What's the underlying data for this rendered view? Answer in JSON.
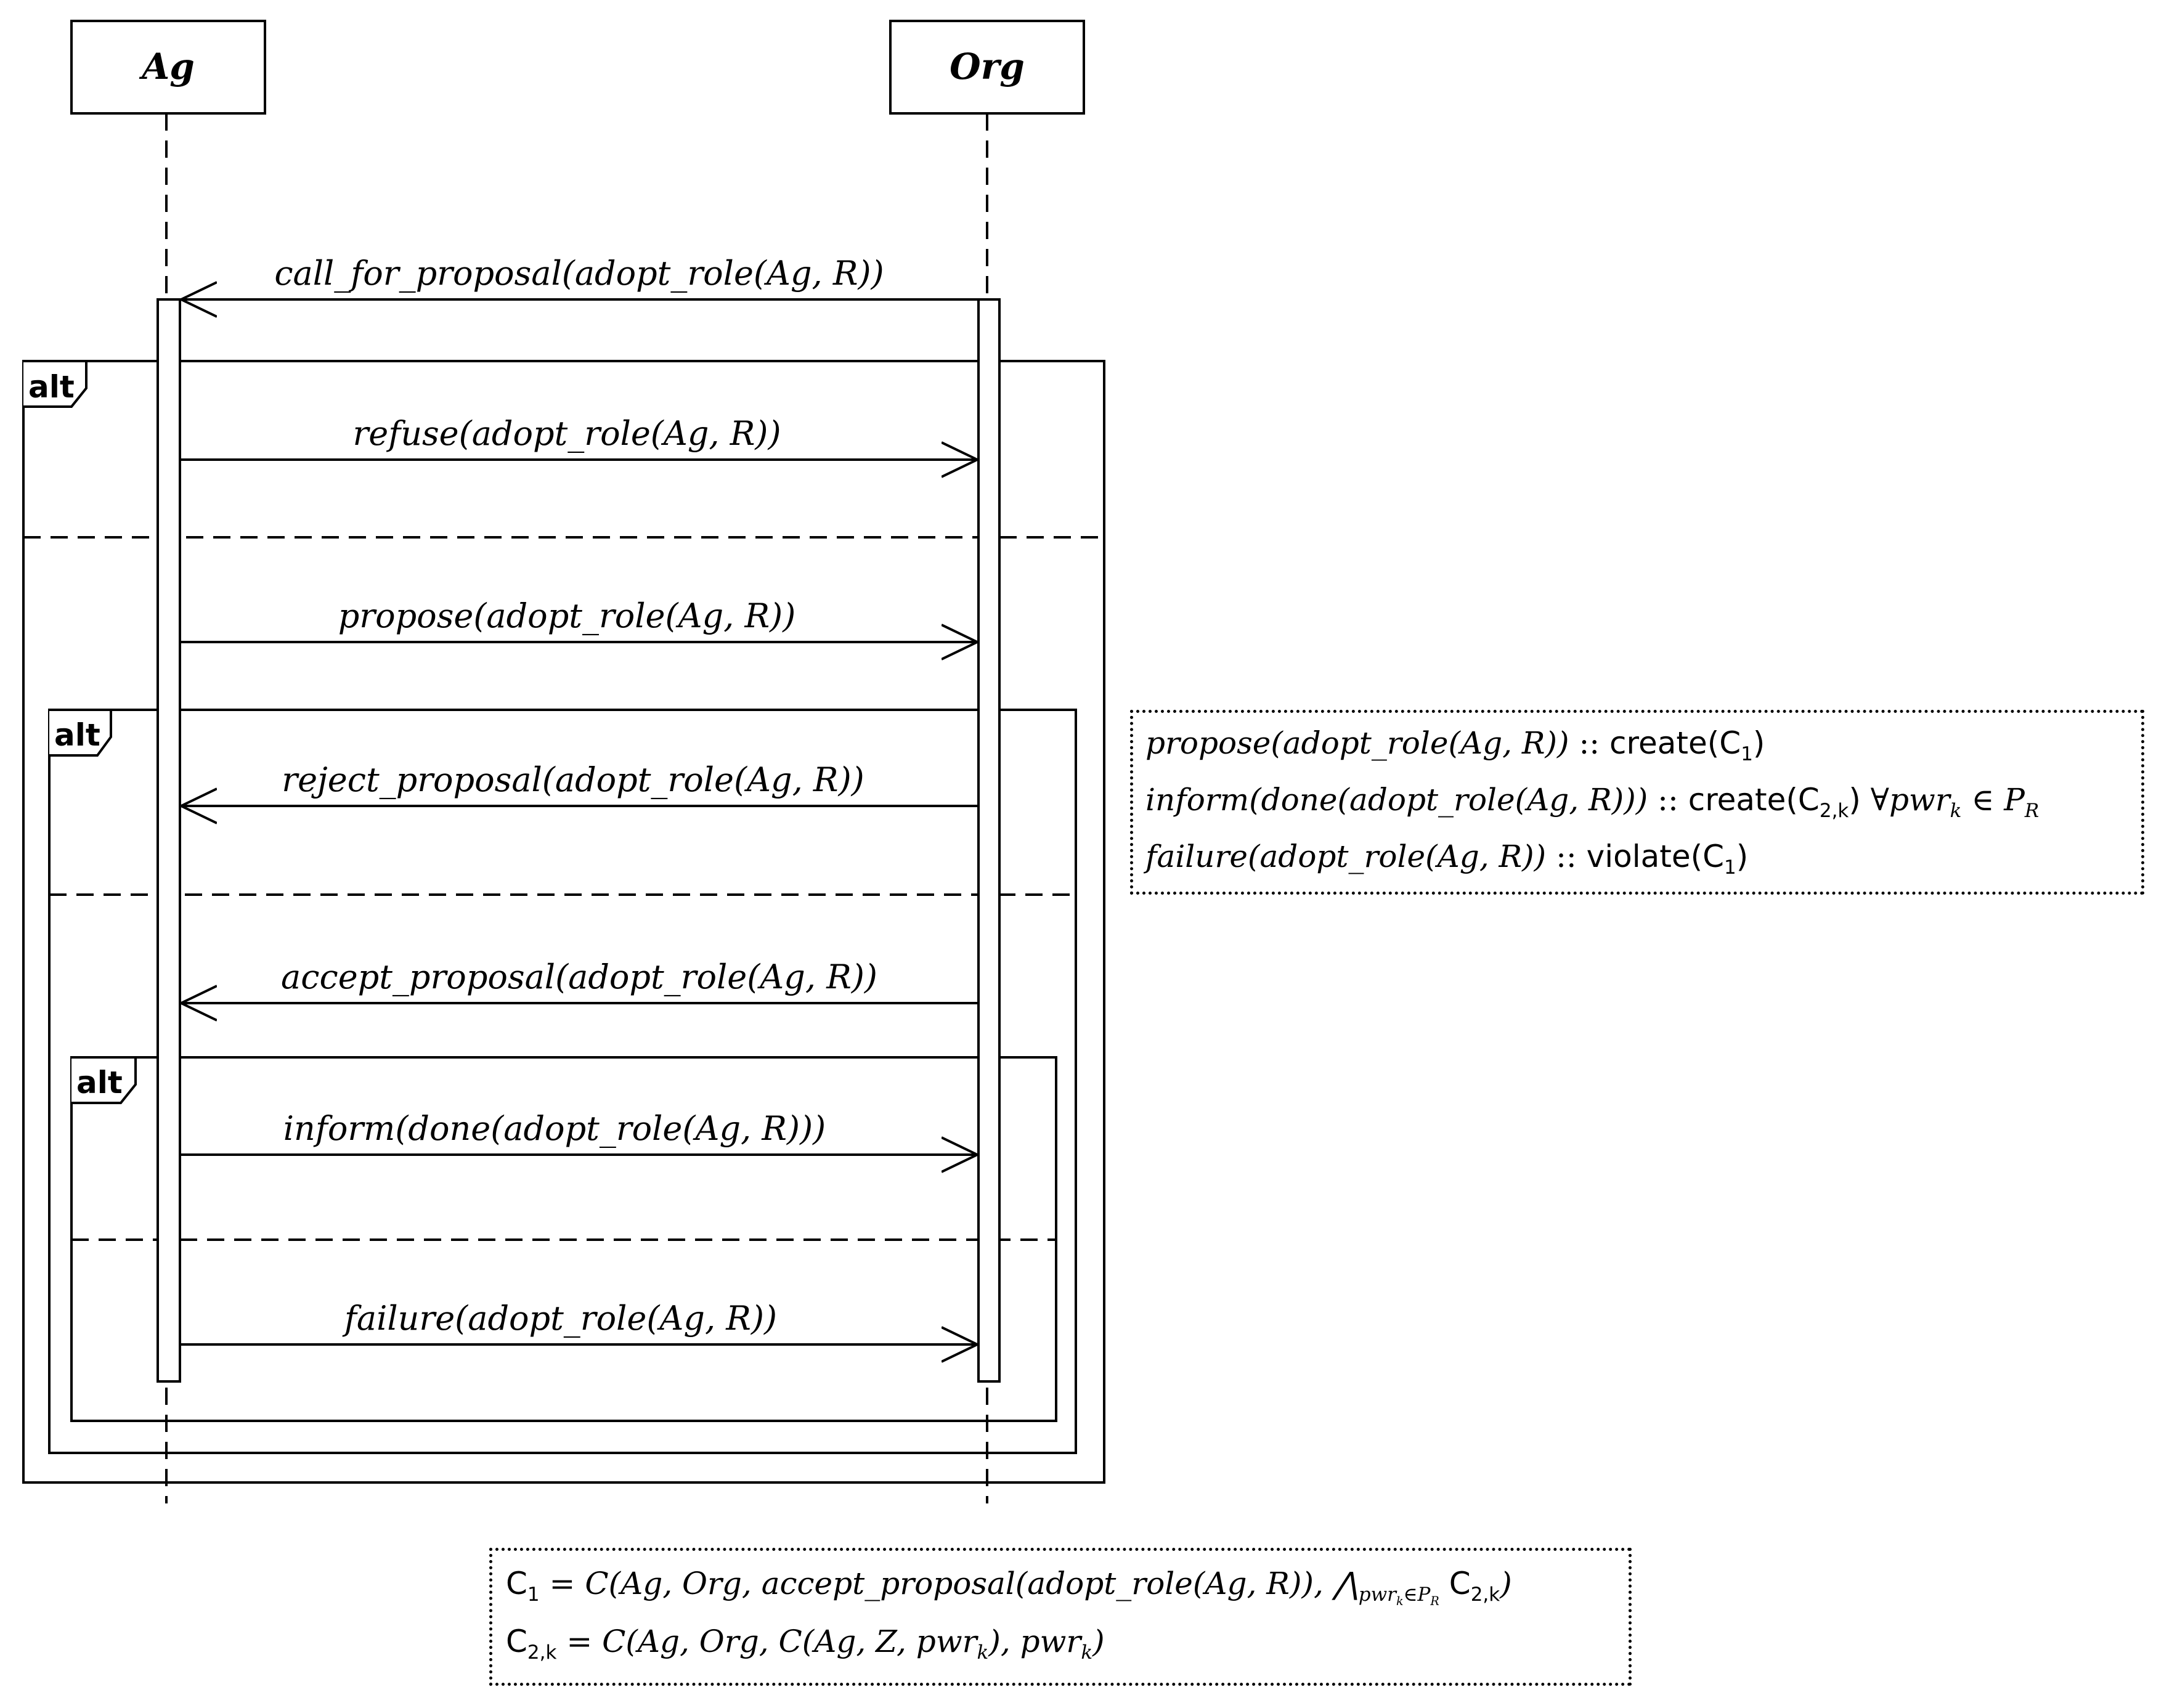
{
  "actors": {
    "ag": "Ag",
    "org": "Org"
  },
  "fragment_label": "alt",
  "messages": {
    "call_for_proposal": "call_for_proposal(adopt_role(Ag, R))",
    "refuse": "refuse(adopt_role(Ag, R))",
    "propose": "propose(adopt_role(Ag, R))",
    "reject_proposal": "reject_proposal(adopt_role(Ag, R))",
    "accept_proposal": "accept_proposal(adopt_role(Ag, R))",
    "inform": "inform(done(adopt_role(Ag, R)))",
    "failure": "failure(adopt_role(Ag, R))"
  },
  "effects_note": [
    {
      "msg": "propose(adopt_role(Ag, R))",
      "sep": " :: ",
      "op": "create(C",
      "sub": "1",
      "tail": ")",
      "extra": ""
    },
    {
      "msg": "inform(done(adopt_role(Ag, R)))",
      "sep": " :: ",
      "op": "create(C",
      "sub": "2,k",
      "tail": ")",
      "extra": " ∀pwr",
      "extra_sub": "k",
      "extra2": " ∈ P",
      "extra2_sub": "R"
    },
    {
      "msg": "failure(adopt_role(Ag, R))",
      "sep": " :: ",
      "op": "violate(C",
      "sub": "1",
      "tail": ")",
      "extra": ""
    }
  ],
  "definitions_note": {
    "c1_lhs": "C",
    "c1_lhs_sub": "1",
    "c1_eq": " = ",
    "c1_rhs": "C(Ag, Org, accept_proposal(adopt_role(Ag, R)), ⋀",
    "c1_conj_sub": "pwr",
    "c1_conj_sub2": "k",
    "c1_conj_sub3": "∈P",
    "c1_conj_sub4": "R",
    "c1_tail_c": " C",
    "c1_tail_sub": "2,k",
    "c1_close": ")",
    "c2_lhs": "C",
    "c2_lhs_sub": "2,k",
    "c2_eq": " = ",
    "c2_rhs_a": "C(Ag, Org, C(Ag, Z, pwr",
    "c2_rhs_sub1": "k",
    "c2_rhs_b": "), pwr",
    "c2_rhs_sub2": "k",
    "c2_rhs_c": ")"
  }
}
